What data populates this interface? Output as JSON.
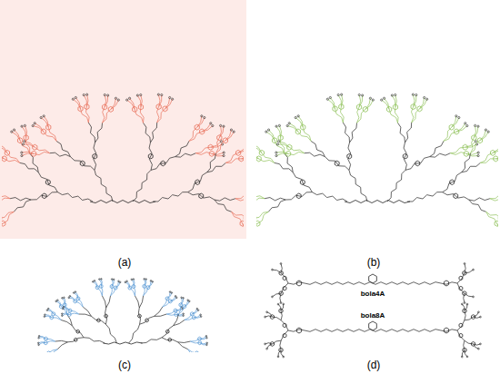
{
  "diagram": {
    "labels": [
      "(a)",
      "(b)",
      "(c)",
      "(d)",
      "bola4A",
      "bola8A"
    ]
  }
}
